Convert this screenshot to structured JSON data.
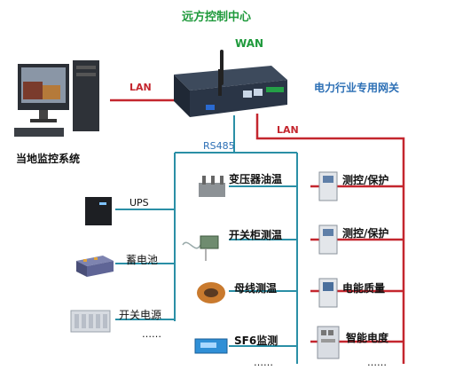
{
  "center": {
    "label": "远方控制中心",
    "link_label": "WAN"
  },
  "gateway": {
    "label": "电力行业专用网关",
    "port_label": "RS485"
  },
  "local": {
    "label": "当地监控系统",
    "link_label": "LAN"
  },
  "right_bus": {
    "link_label": "LAN"
  },
  "left_devices": [
    {
      "label": "UPS",
      "icon": "ups-icon"
    },
    {
      "label": "蓄电池",
      "icon": "battery-icon"
    },
    {
      "label": "开关电源",
      "icon": "power-supply-icon"
    }
  ],
  "left_more": "……",
  "middle_devices": [
    {
      "label": "变压器油温",
      "icon": "transformer-icon"
    },
    {
      "label": "开关柜测温",
      "icon": "temperature-sensor-icon"
    },
    {
      "label": "母线测温",
      "icon": "busbar-sensor-icon"
    },
    {
      "label": "SF6监测",
      "icon": "sf6-monitor-icon"
    }
  ],
  "middle_more": "……",
  "right_devices": [
    {
      "label": "测控/保护",
      "icon": "protection-device-icon"
    },
    {
      "label": "测控/保护",
      "icon": "protection-device-icon"
    },
    {
      "label": "电能质量",
      "icon": "power-quality-icon"
    },
    {
      "label": "智能电度",
      "icon": "energy-meter-icon"
    }
  ],
  "right_more": "……",
  "colors": {
    "rs485_line": "#2a8fa6",
    "lan_line": "#c4262e"
  }
}
